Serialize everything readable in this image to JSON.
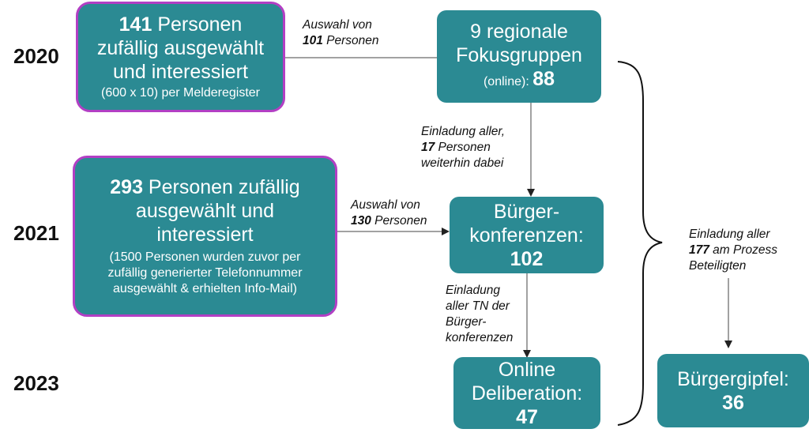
{
  "years": [
    "2020",
    "2021",
    "2023"
  ],
  "box1": {
    "num": "141",
    "line1_rest": " Personen",
    "line2": "zufällig ausgewählt",
    "line3": "und interessiert",
    "sub": "(600 x 10) per Melderegister"
  },
  "box2": {
    "num": "293",
    "line1_rest": " Personen zufällig",
    "line2": "ausgewählt und",
    "line3": "interessiert",
    "sub1": "(1500 Personen wurden zuvor per",
    "sub2": "zufällig generierter Telefonnummer",
    "sub3": "ausgewählt & erhielten Info-Mail)"
  },
  "fokus": {
    "line1": "9 regionale",
    "line2": "Fokusgruppen",
    "prefix": "(online): ",
    "num": "88"
  },
  "konf": {
    "line1": "Bürger-",
    "line2": "konferenzen:",
    "num": "102"
  },
  "online": {
    "line1": "Online",
    "line2": "Deliberation:",
    "num": "47"
  },
  "gipfel": {
    "line1": "Bürgergipfel:",
    "num": "36"
  },
  "labels": {
    "a1": {
      "l1": "Auswahl von",
      "num": "101",
      "rest": " Personen"
    },
    "a2": {
      "l1": "Einladung aller,",
      "num": "17",
      "rest": " Personen",
      "l3": "weiterhin dabei"
    },
    "a3": {
      "l1": "Auswahl von",
      "num": "130",
      "rest": " Personen"
    },
    "a4": {
      "l1": "Einladung",
      "l2": "aller TN der",
      "l3": "Bürger-",
      "l4": "konferenzen"
    },
    "a5": {
      "l1": "Einladung aller",
      "num": "177",
      "rest": " am Prozess",
      "l3": "Beteiligten"
    }
  },
  "colors": {
    "teal": "#2b8a93",
    "purple_border": "#b23fc4",
    "text_dark": "#111111"
  }
}
